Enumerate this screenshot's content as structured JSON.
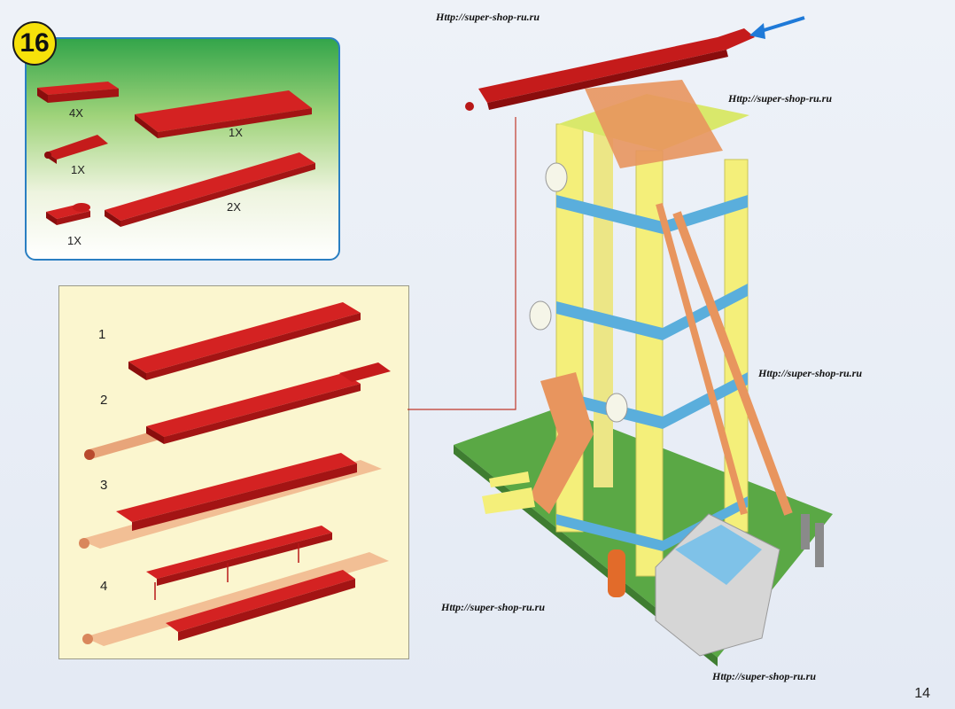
{
  "step_number": "16",
  "parts": [
    {
      "qty": "4X"
    },
    {
      "qty": "1X"
    },
    {
      "qty": "1X"
    },
    {
      "qty": "1X"
    },
    {
      "qty": "2X"
    }
  ],
  "substeps": [
    "1",
    "2",
    "3",
    "4"
  ],
  "urls": [
    "Http://super-shop-ru.ru",
    "Http://super-shop-ru.ru",
    "Http://super-shop-ru.ru",
    "Http://super-shop-ru.ru",
    "Http://super-shop-ru.ru"
  ],
  "page_number": "14",
  "colors": {
    "brick_red": "#b81818",
    "tower_yellow": "#f4ef7a",
    "tower_blue": "#5aaedc",
    "tan": "#e8955e",
    "baseplate_green": "#5aa845"
  }
}
